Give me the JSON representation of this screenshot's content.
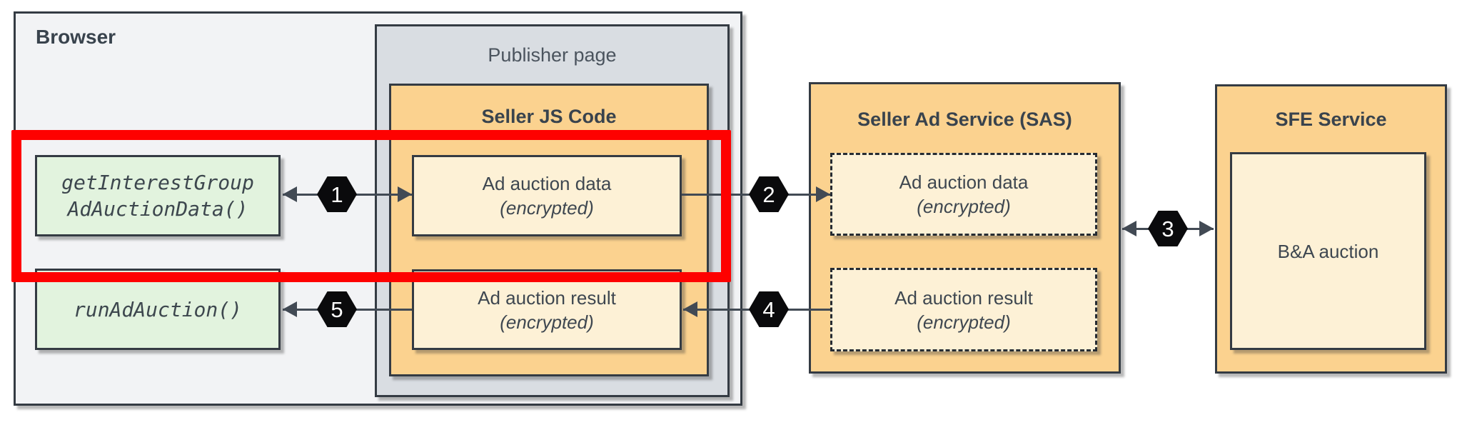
{
  "browser": {
    "label": "Browser"
  },
  "publisher": {
    "label": "Publisher page"
  },
  "seller_js": {
    "title": "Seller JS Code",
    "data_box": {
      "line1": "Ad auction data",
      "line2": "(encrypted)"
    },
    "result_box": {
      "line1": "Ad auction result",
      "line2": "(encrypted)"
    }
  },
  "browser_api": {
    "get_interest_group": {
      "line1": "getInterestGroup",
      "line2": "AdAuctionData()"
    },
    "run_ad_auction": {
      "line1": "runAdAuction()"
    }
  },
  "sas": {
    "title": "Seller Ad Service (SAS)",
    "data_box": {
      "line1": "Ad auction data",
      "line2": "(encrypted)"
    },
    "result_box": {
      "line1": "Ad auction result",
      "line2": "(encrypted)"
    }
  },
  "sfe": {
    "title": "SFE Service",
    "auction_box": {
      "label": "B&A auction"
    }
  },
  "steps": {
    "s1": "1",
    "s2": "2",
    "s3": "3",
    "s4": "4",
    "s5": "5"
  },
  "colors": {
    "container_fill_orange": "#fbd28f",
    "inner_box_cream": "#fdf1d6",
    "api_box_green": "#e2f3de",
    "browser_fill": "#f2f3f5",
    "publisher_fill": "#d9dde2",
    "border_dark": "#343b43",
    "text_dark": "#3e4750",
    "highlight_red": "#fe0100",
    "step_badge_black": "#0a0a0c",
    "arrow_gray": "#424a54"
  }
}
